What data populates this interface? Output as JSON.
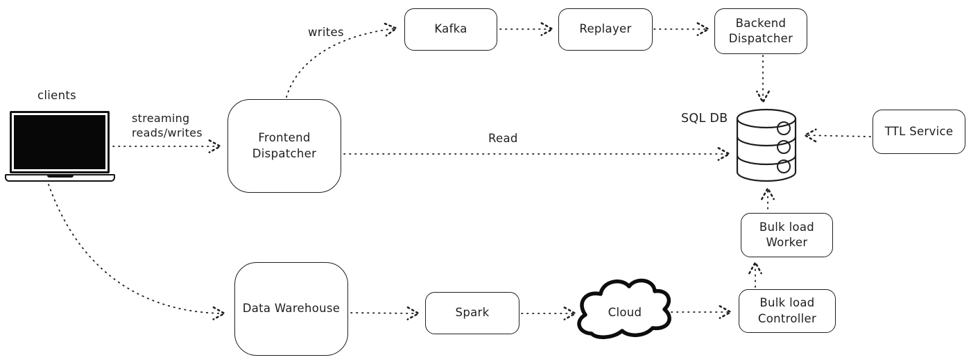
{
  "canvas": {
    "background": "#ffffff",
    "ink_color": "#1e1e1e",
    "style": "hand-drawn architecture diagram with dotted arrows"
  },
  "nodes": {
    "clients": {
      "label": "clients",
      "shape": "laptop-icon"
    },
    "frontend_dispatcher": {
      "label": "Frontend Dispatcher",
      "shape": "rounded-box"
    },
    "kafka": {
      "label": "Kafka",
      "shape": "rounded-box"
    },
    "replayer": {
      "label": "Replayer",
      "shape": "rounded-box"
    },
    "backend_dispatcher": {
      "label": "Backend Dispatcher",
      "shape": "rounded-box"
    },
    "sql_db": {
      "label": "SQL DB",
      "shape": "database-cylinder-icon"
    },
    "ttl_service": {
      "label": "TTL Service",
      "shape": "rounded-box"
    },
    "data_warehouse": {
      "label": "Data Warehouse",
      "shape": "rounded-box"
    },
    "spark": {
      "label": "Spark",
      "shape": "rounded-box"
    },
    "cloud": {
      "label": "Cloud",
      "shape": "cloud-icon"
    },
    "bulk_load_worker": {
      "label": "Bulk load Worker",
      "shape": "rounded-box"
    },
    "bulk_load_controller": {
      "label": "Bulk load Controller",
      "shape": "rounded-box"
    }
  },
  "edge_labels": {
    "streaming_reads_writes": "streaming reads/writes",
    "writes": "writes",
    "read": "Read"
  },
  "edges": [
    {
      "from": "clients",
      "to": "frontend_dispatcher",
      "label": "streaming reads/writes",
      "style": "dotted"
    },
    {
      "from": "clients",
      "to": "data_warehouse",
      "label": "",
      "style": "dotted-curved"
    },
    {
      "from": "frontend_dispatcher",
      "to": "kafka",
      "label": "writes",
      "style": "dotted-curved"
    },
    {
      "from": "kafka",
      "to": "replayer",
      "label": "",
      "style": "dotted"
    },
    {
      "from": "replayer",
      "to": "backend_dispatcher",
      "label": "",
      "style": "dotted"
    },
    {
      "from": "backend_dispatcher",
      "to": "sql_db",
      "label": "",
      "style": "dotted"
    },
    {
      "from": "frontend_dispatcher",
      "to": "sql_db",
      "label": "Read",
      "style": "dotted"
    },
    {
      "from": "ttl_service",
      "to": "sql_db",
      "label": "",
      "style": "dotted"
    },
    {
      "from": "bulk_load_worker",
      "to": "sql_db",
      "label": "",
      "style": "dotted"
    },
    {
      "from": "bulk_load_controller",
      "to": "bulk_load_worker",
      "label": "",
      "style": "dotted"
    },
    {
      "from": "data_warehouse",
      "to": "spark",
      "label": "",
      "style": "dotted"
    },
    {
      "from": "spark",
      "to": "cloud",
      "label": "",
      "style": "dotted"
    },
    {
      "from": "cloud",
      "to": "bulk_load_controller",
      "label": "",
      "style": "dotted"
    }
  ]
}
